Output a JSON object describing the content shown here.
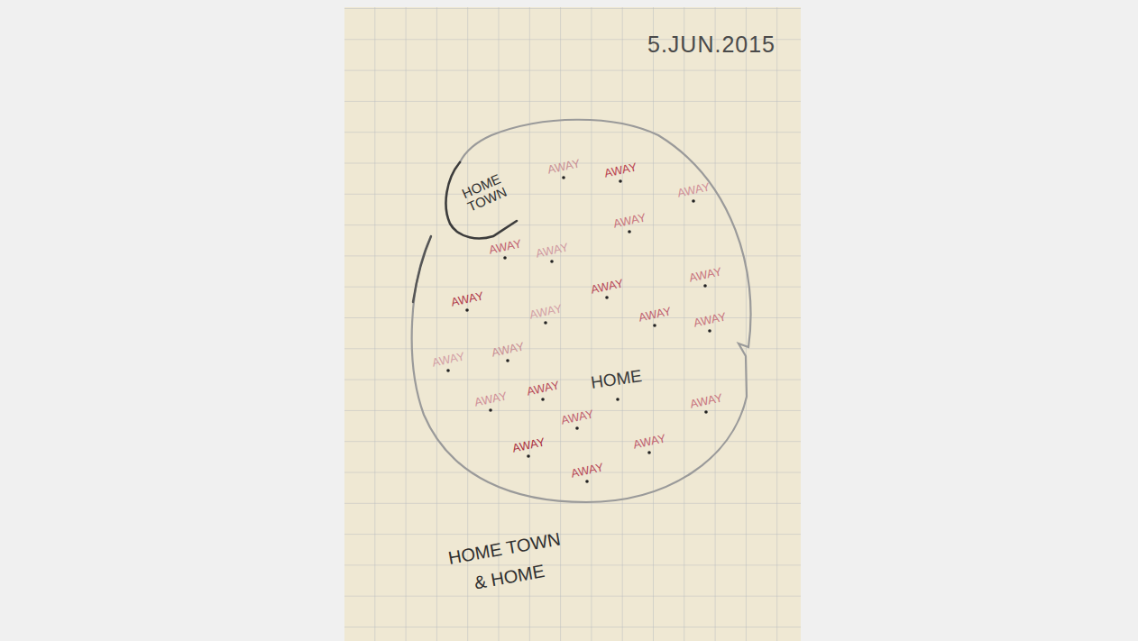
{
  "diagram": {
    "caption": "HOME TOWN & HOME",
    "nodes": [
      {
        "text": [
          "HOME TOWN"
        ]
      }
    ],
    "labels": [
      "5.JUN.2015",
      "AWAY",
      "AWAY",
      "AWAY",
      "AWAY",
      "AWAY",
      "AWAY",
      "AWAY",
      "AWAY",
      "AWAY",
      "AWAY",
      "AWAY",
      "AWAY",
      "AWAY",
      "AWAY",
      "AWAY",
      "AWAY",
      "AWAY",
      "AWAY",
      "AWAY",
      "AWAY",
      "AWAY",
      "HOME"
    ]
  }
}
